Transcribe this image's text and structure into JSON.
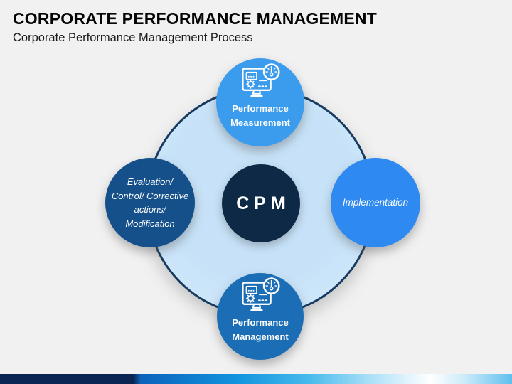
{
  "slide": {
    "title": "CORPORATE PERFORMANCE MANAGEMENT",
    "subtitle": "Corporate Performance Management Process"
  },
  "diagram": {
    "center_label": "CPM",
    "nodes": [
      {
        "position": "top",
        "label": "Performance Measurement",
        "color": "#3b9bed",
        "icon": "dashboard-gauge-icon"
      },
      {
        "position": "right",
        "label": "Implementation",
        "color": "#2e8af0"
      },
      {
        "position": "bottom",
        "label": "Performance Management",
        "color": "#1b6eb6",
        "icon": "dashboard-gauge-icon"
      },
      {
        "position": "left",
        "label": "Evaluation/ Control/ Corrective actions/ Modification",
        "color": "#15508a"
      }
    ],
    "colors": {
      "outer_ring_fill": "#cce5f8",
      "outer_ring_border": "#163a60",
      "center_circle": "#0d2946",
      "footer_navy": "#0a2453",
      "footer_blue": "#1193dd"
    }
  }
}
